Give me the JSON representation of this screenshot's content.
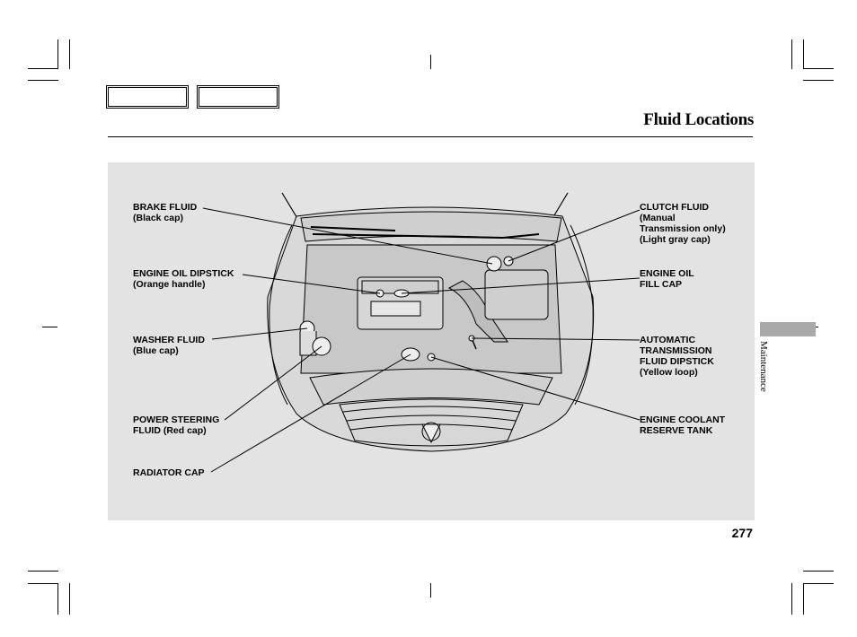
{
  "header": {
    "title": "Fluid Locations",
    "nav_boxes": [
      "",
      ""
    ]
  },
  "diagram": {
    "labels": {
      "brake_fluid": {
        "title": "BRAKE FLUID",
        "sub": "(Black cap)"
      },
      "engine_oil_dipstick": {
        "title": "ENGINE OIL DIPSTICK",
        "sub": "(Orange handle)"
      },
      "washer_fluid": {
        "title": "WASHER FLUID",
        "sub": "(Blue cap)"
      },
      "power_steering_fluid": {
        "title": "POWER STEERING",
        "sub_bold": "FLUID",
        "sub_rest": " (Red cap)"
      },
      "radiator_cap": {
        "title": "RADIATOR CAP"
      },
      "clutch_fluid": {
        "title": "CLUTCH FLUID",
        "line2": "(Manual",
        "line3": "Transmission only)",
        "line4": "(Light gray cap)"
      },
      "engine_oil_fill_cap": {
        "title": "ENGINE OIL",
        "line2": "FILL CAP"
      },
      "automatic_transmission_fluid_dipstick": {
        "title": "AUTOMATIC",
        "line2": "TRANSMISSION",
        "line3": "FLUID DIPSTICK",
        "line4": "(Yellow loop)"
      },
      "engine_coolant_reserve_tank": {
        "title": "ENGINE COOLANT",
        "line2": "RESERVE TANK"
      }
    }
  },
  "sidebar": {
    "section_label": "Maintenance",
    "tab_color": "#a9a9a9"
  },
  "footer": {
    "page_number": "277"
  },
  "colors": {
    "panel_background": "#e3e3e3",
    "line_color": "#000000"
  }
}
